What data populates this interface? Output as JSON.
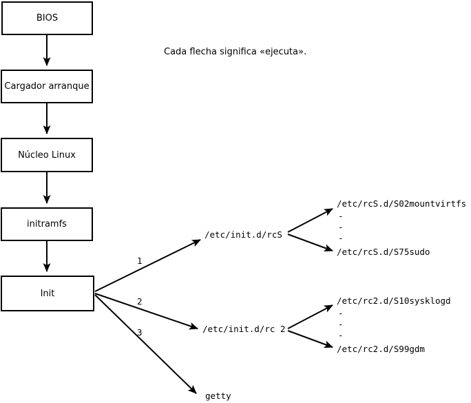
{
  "note": "Cada flecha significa «ejecuta».",
  "boxes": [
    {
      "label": "BIOS"
    },
    {
      "label": "Cargador arranque"
    },
    {
      "label": "Núcleo Linux"
    },
    {
      "label": "initramfs"
    },
    {
      "label": "Init"
    }
  ],
  "arrow_labels": {
    "rcS": "1",
    "rc2": "2",
    "getty": "3"
  },
  "targets": {
    "rcS": "/etc/init.d/rcS",
    "rc2": "/etc/init.d/rc 2",
    "getty": "getty"
  },
  "rcS_scripts": {
    "first": "/etc/rcS.d/S02mountvirtfs",
    "last": "/etc/rcS.d/S75sudo"
  },
  "rc2_scripts": {
    "first": "/etc/rc2.d/S10sysklogd",
    "last": "/etc/rc2.d/S99gdm"
  },
  "ellipsis": {
    "dash": "-"
  },
  "colors": {
    "line": "#000000",
    "background": "#ffffff"
  }
}
